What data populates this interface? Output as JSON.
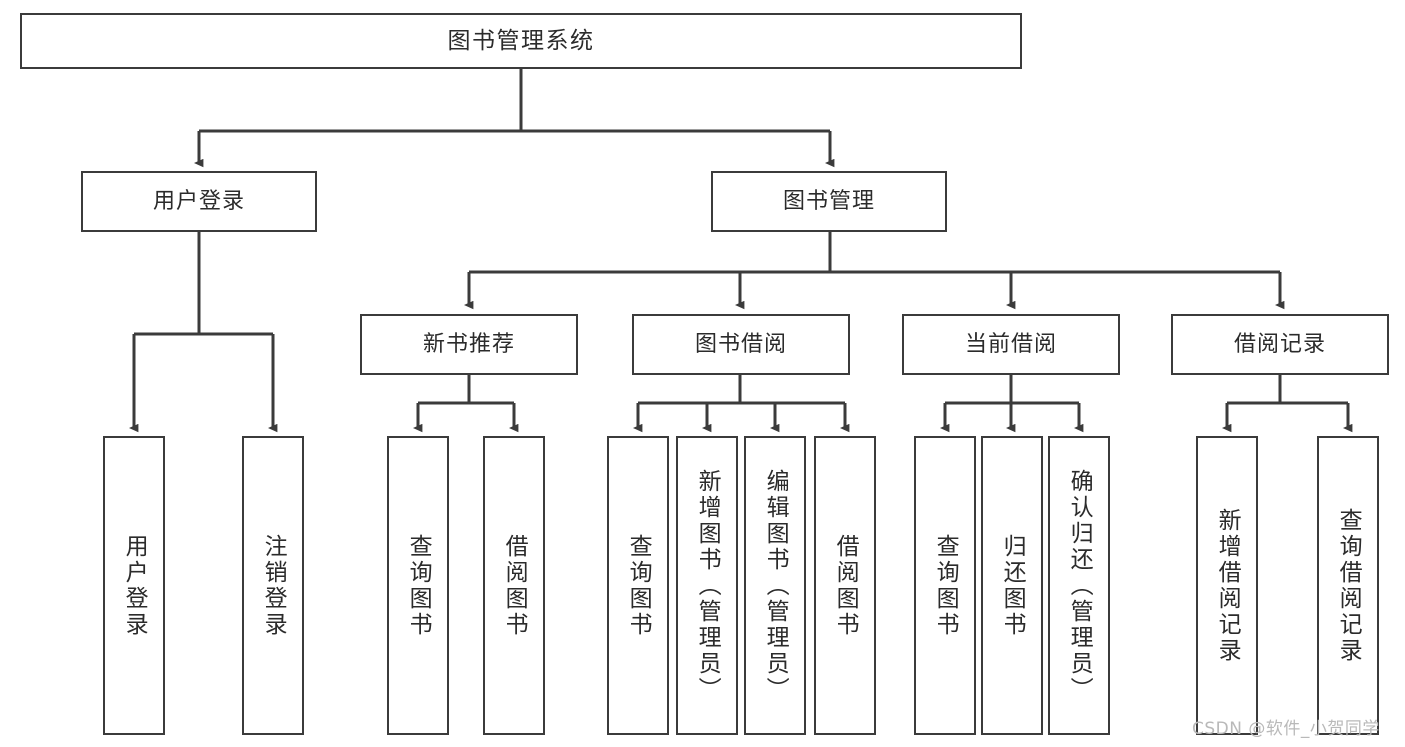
{
  "diagram": {
    "type": "tree-hierarchy",
    "root": {
      "label": "图书管理系统"
    },
    "level2": [
      {
        "label": "用户登录"
      },
      {
        "label": "图书管理"
      }
    ],
    "level3": [
      {
        "label": "新书推荐"
      },
      {
        "label": "图书借阅"
      },
      {
        "label": "当前借阅"
      },
      {
        "label": "借阅记录"
      }
    ],
    "leaves": {
      "user_login": [
        {
          "label": "用户登录"
        },
        {
          "label": "注销登录"
        }
      ],
      "new_book_recommend": [
        {
          "label": "查询图书"
        },
        {
          "label": "借阅图书"
        }
      ],
      "book_borrow": [
        {
          "label": "查询图书"
        },
        {
          "label": "新增图书（管理员）"
        },
        {
          "label": "编辑图书（管理员）"
        },
        {
          "label": "借阅图书"
        }
      ],
      "current_borrow": [
        {
          "label": "查询图书"
        },
        {
          "label": "归还图书"
        },
        {
          "label": "确认归还（管理员）"
        }
      ],
      "borrow_record": [
        {
          "label": "新增借阅记录"
        },
        {
          "label": "查询借阅记录"
        }
      ]
    }
  },
  "watermark": {
    "text": "CSDN @软件_小贺同学"
  },
  "colors": {
    "border": "#3b3b3b",
    "text": "#2b2b2b",
    "background": "#ffffff",
    "watermark": "#b9b9b9"
  }
}
